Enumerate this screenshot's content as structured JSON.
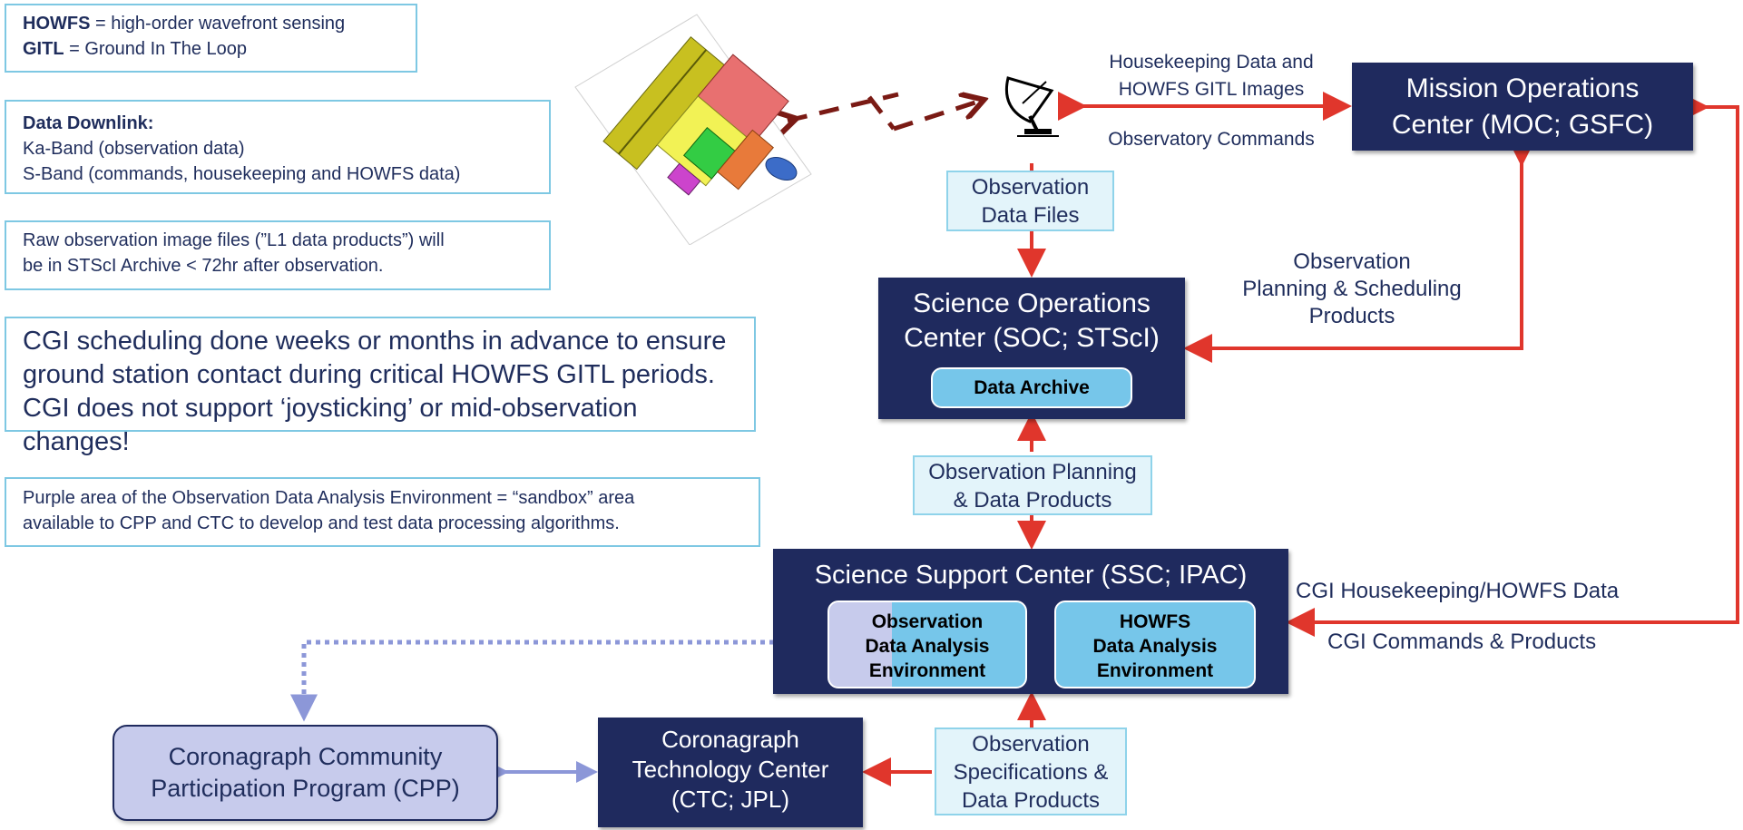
{
  "notes": {
    "glossary": {
      "howfs_term": "HOWFS",
      "howfs_def": " = high-order wavefront sensing",
      "gitl_term": "GITL",
      "gitl_def": " = Ground In The Loop"
    },
    "downlink": {
      "title": "Data Downlink:",
      "line1": "Ka-Band (observation data)",
      "line2": "S-Band (commands, housekeeping and HOWFS data)"
    },
    "archive": {
      "line1": "Raw observation image files (”L1 data products”) will",
      "line2": "be in STScI Archive < 72hr after observation."
    },
    "scheduling": {
      "line1": "CGI scheduling done weeks or months in advance to ensure",
      "line2": "ground station contact during critical HOWFS GITL periods.",
      "line3": "CGI does not support ‘joysticking’ or mid-observation changes!"
    },
    "sandbox": {
      "line1": "Purple area of the Observation Data Analysis Environment = “sandbox” area",
      "line2": "available to CPP and CTC to develop and test data processing algorithms."
    }
  },
  "nodes": {
    "moc": {
      "line1": "Mission Operations",
      "line2": "Center (MOC; GSFC)"
    },
    "soc": {
      "line1": "Science Operations",
      "line2": "Center (SOC; STScI)",
      "inner": "Data Archive"
    },
    "ssc": {
      "title": "Science Support Center (SSC; IPAC)",
      "obs_env": {
        "line1": "Observation",
        "line2": "Data Analysis",
        "line3": "Environment"
      },
      "howfs_env": {
        "line1": "HOWFS",
        "line2": "Data Analysis",
        "line3": "Environment"
      }
    },
    "ctc": {
      "line1": "Coronagraph",
      "line2": "Technology Center",
      "line3": "(CTC; JPL)"
    },
    "cpp": {
      "line1": "Coronagraph Community",
      "line2": "Participation Program (CPP)"
    }
  },
  "flow_boxes": {
    "obs_files": {
      "line1": "Observation",
      "line2": "Data Files"
    },
    "obs_planning": {
      "line1": "Observation Planning",
      "line2": "& Data Products"
    },
    "obs_specs": {
      "line1": "Observation",
      "line2": "Specifications &",
      "line3": "Data Products"
    }
  },
  "labels": {
    "housekeeping": {
      "line1": "Housekeeping Data and",
      "line2": "HOWFS GITL Images"
    },
    "commands": "Observatory Commands",
    "planning": {
      "line1": "Observation",
      "line2": "Planning & Scheduling",
      "line3": "Products"
    },
    "cgi_housekeeping": "CGI Housekeeping/HOWFS Data",
    "cgi_commands": "CGI Commands & Products"
  },
  "icons": {
    "spacecraft": "spacecraft-icon",
    "antenna": "satellite-dish-icon"
  },
  "colors": {
    "navy": "#1f2a5e",
    "red_arrow": "#e0362c",
    "dark_red_arrow": "#7a1a14",
    "purple_dotted": "#8c97d8",
    "light_blue": "#76c6ea",
    "cpp_fill": "#c7cbec"
  }
}
